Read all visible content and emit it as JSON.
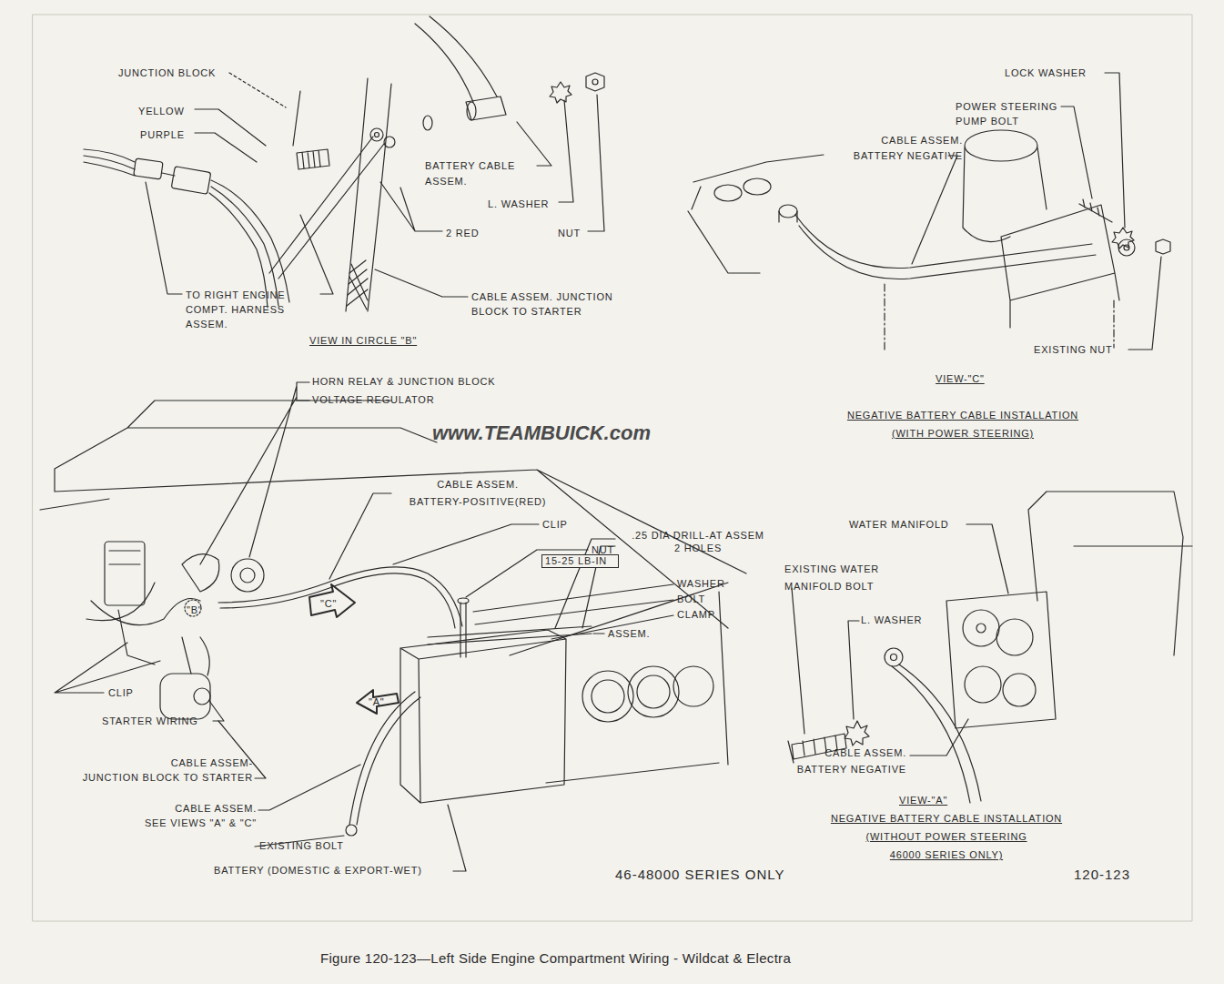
{
  "diagram": {
    "caption": "Figure 120-123—Left Side Engine Compartment Wiring - Wildcat & Electra",
    "nodes": [
      {
        "text": [
          "15-25 LB-IN"
        ]
      }
    ],
    "labels": [
      "JUNCTION BLOCK",
      "YELLOW",
      "PURPLE",
      "BATTERY CABLE ASSEM.",
      "L. WASHER",
      "2 RED",
      "NUT",
      "TO RIGHT ENGINE COMPT. HARNESS ASSEM.",
      "CABLE ASSEM. JUNCTION BLOCK TO STARTER",
      "VIEW IN CIRCLE \"B\"",
      "LOCK WASHER",
      "POWER STEERING PUMP BOLT",
      "CABLE ASSEM. BATTERY NEGATIVE",
      "EXISTING NUT",
      "VIEW-\"C\"",
      "NEGATIVE BATTERY CABLE INSTALLATION (WITH POWER STEERING)",
      "HORN RELAY & JUNCTION BLOCK",
      "VOLTAGE REGULATOR",
      "www.TEAMBUICK.com",
      "CABLE ASSEM. BATTERY-POSITIVE(RED)",
      "CLIP",
      ".25 DIA DRILL-AT ASSEM 2 HOLES",
      "NUT",
      "WASHER",
      "BOLT",
      "CLAMP",
      "ASSEM.",
      "CLIP",
      "STARTER WIRING",
      "CABLE ASSEM- JUNCTION BLOCK TO STARTER",
      "CABLE ASSEM. SEE VIEWS \"A\" & \"C\"",
      "EXISTING BOLT",
      "BATTERY (DOMESTIC & EXPORT-WET)",
      "46-48000 SERIES ONLY",
      "\"A\"",
      "\"C\"",
      "\"B\"",
      "WATER MANIFOLD",
      "EXISTING WATER MANIFOLD BOLT",
      "L. WASHER",
      "CABLE ASSEM. BATTERY NEGATIVE",
      "VIEW-\"A\"",
      "NEGATIVE BATTERY CABLE INSTALLATION (WITHOUT POWER STEERING 46000 SERIES ONLY)",
      "120-123"
    ]
  }
}
